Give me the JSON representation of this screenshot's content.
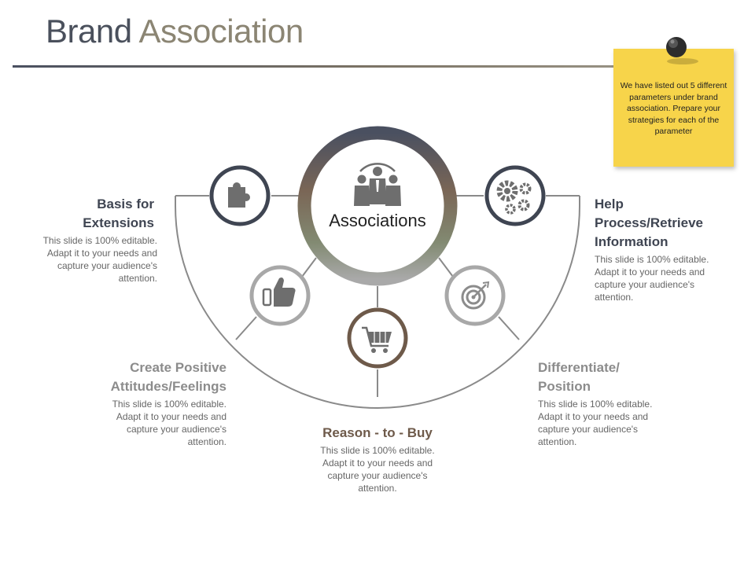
{
  "title": {
    "part1": "Brand ",
    "part2": "Association"
  },
  "note": {
    "text": "We have listed out 5 different parameters under brand association. Prepare your strategies for each of the parameter"
  },
  "hub": {
    "label": "Associations",
    "icon": "people-group-icon"
  },
  "items": [
    {
      "heading_line1": "Basis for",
      "heading_line2": "Extensions",
      "desc": "This slide is 100% editable. Adapt it to your needs and capture your audience's attention.",
      "icon": "puzzle-piece-icon"
    },
    {
      "heading_line1": "Create Positive",
      "heading_line2": "Attitudes/Feelings",
      "desc": "This slide is 100% editable. Adapt it to your needs and capture your audience's attention.",
      "icon": "thumbs-up-icon"
    },
    {
      "heading": "Reason - to - Buy",
      "desc": "This slide is 100% editable. Adapt it to your needs and capture your audience's attention.",
      "icon": "shopping-cart-icon"
    },
    {
      "heading_line1": "Differentiate/",
      "heading_line2": "Position",
      "desc": "This slide is 100% editable. Adapt it to your needs and capture your audience's attention.",
      "icon": "target-icon"
    },
    {
      "heading_line1": "Help",
      "heading_line2": "Process/Retrieve",
      "heading_line3": "Information",
      "desc": "This slide is 100% editable. Adapt it to your needs and capture your audience's attention.",
      "icon": "gears-icon"
    }
  ],
  "colors": {
    "dark": "#3f4552",
    "gray": "#a8a8a8",
    "brown": "#6e5a4a",
    "note": "#f7d44a",
    "arc": "#8a8a8a"
  }
}
